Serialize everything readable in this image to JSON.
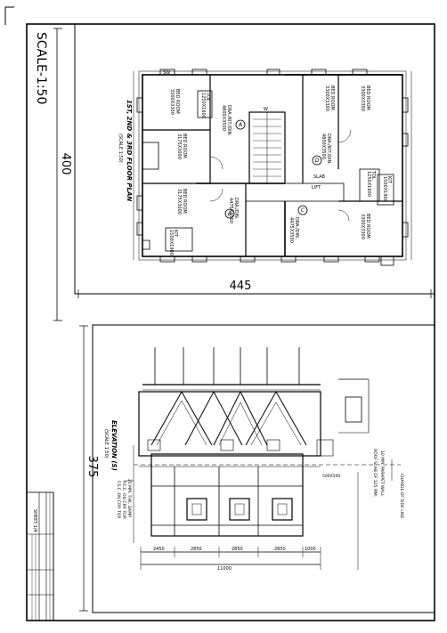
{
  "sheet": {
    "scale": "SCALE-1:50",
    "dim_height_total": "400",
    "dim_width_top": "445",
    "dim_height_bottom": "375"
  },
  "top_plan": {
    "title": "1ST, 2ND & 3RD FLOOR PLAN",
    "scale_note": "(SCALE 1:50)",
    "rooms": [
      {
        "name": "BED ROOM",
        "size": "3300X3300"
      },
      {
        "name": "BED ROOM",
        "size": "3300X3300"
      },
      {
        "name": "BED ROOM",
        "size": "3300X3300"
      },
      {
        "name": "BED ROOM",
        "size": "3300X3300"
      },
      {
        "name": "BED ROOM",
        "size": "3175X3000"
      },
      {
        "name": "BED ROOM",
        "size": "3175X3000"
      },
      {
        "name": "DRA./DIN.",
        "size": "4475X3500"
      },
      {
        "name": "DRA./DIN.",
        "size": "4475X3500"
      },
      {
        "name": "DRA./KIT./DIN.",
        "size": "4800X3500"
      },
      {
        "name": "DRA./KIT./DIN.",
        "size": "4800X3500"
      },
      {
        "name": "TOL",
        "size": "1250X1600"
      },
      {
        "name": "TOL",
        "size": "1250X1600"
      },
      {
        "name": "KIT",
        "size": "1500X1900"
      },
      {
        "name": "KIT",
        "size": "1500X1900"
      }
    ],
    "unit_labels": [
      "A",
      "B",
      "C",
      "D"
    ],
    "misc": [
      "SW",
      "W",
      "SLAB",
      "LIFT"
    ]
  },
  "bottom_plan": {
    "title": "ELEVATION (S)",
    "scale_note": "(SCALE 1:50)",
    "dims": [
      "2450",
      "2850",
      "2850",
      "2850",
      "1000"
    ],
    "total": "11000",
    "notes": [
      "CHANGE OF SIDE LINE",
      "10 MM. PARAPET WALL",
      "ROOF SLAB OF 125 MM.",
      "25 MM. THK. DAMP",
      "P.C.C. ON CRP. TOP.",
      "F.S.C. ON CRP. TOP.",
      "500X500"
    ]
  },
  "title_block": {
    "sheet_no": "SHEET-1/4"
  }
}
